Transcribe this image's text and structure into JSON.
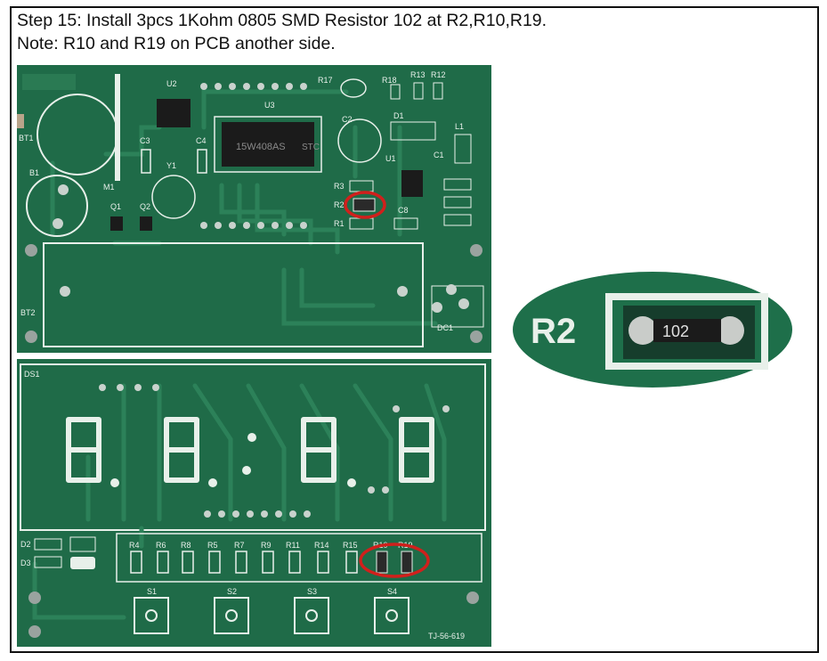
{
  "instruction": {
    "step_text": "Step 15: Install 3pcs 1Kohm 0805 SMD Resistor 102 at R2,R10,R19.",
    "note_text": "Note: R10 and R19 on PCB another side."
  },
  "pcb_top": {
    "labels": {
      "bt1": "BT1",
      "b1": "B1",
      "bt2": "BT2",
      "u2": "U2",
      "u3": "U3",
      "c3": "C3",
      "c4": "C4",
      "y1": "Y1",
      "m1": "M1",
      "q1": "Q1",
      "q2": "Q2",
      "r17": "R17",
      "r18": "R18",
      "r13": "R13",
      "r12": "R12",
      "c2": "C2",
      "d1": "D1",
      "l1": "L1",
      "u1": "U1",
      "c1": "C1",
      "r3": "R3",
      "r2": "R2",
      "r1": "R1",
      "c8": "C8",
      "dc1": "DC1",
      "chip_text": "15W408AS",
      "stc": "STC"
    }
  },
  "pcb_bottom": {
    "labels": {
      "ds1": "DS1",
      "d2": "D2",
      "d3": "D3",
      "board_id": "TJ-56-619",
      "s1": "S1",
      "s2": "S2",
      "s3": "S3",
      "s4": "S4"
    },
    "resistors": [
      "R4",
      "R6",
      "R8",
      "R5",
      "R7",
      "R9",
      "R11",
      "R14",
      "R15",
      "R10",
      "R19"
    ]
  },
  "zoom_inset": {
    "designator": "R2",
    "resistor_code": "102"
  },
  "colors": {
    "pcb_green": "#1f6b48",
    "trace_green": "#2c8159",
    "silkscreen": "#e8f0ea",
    "highlight_red": "#d0201c"
  }
}
